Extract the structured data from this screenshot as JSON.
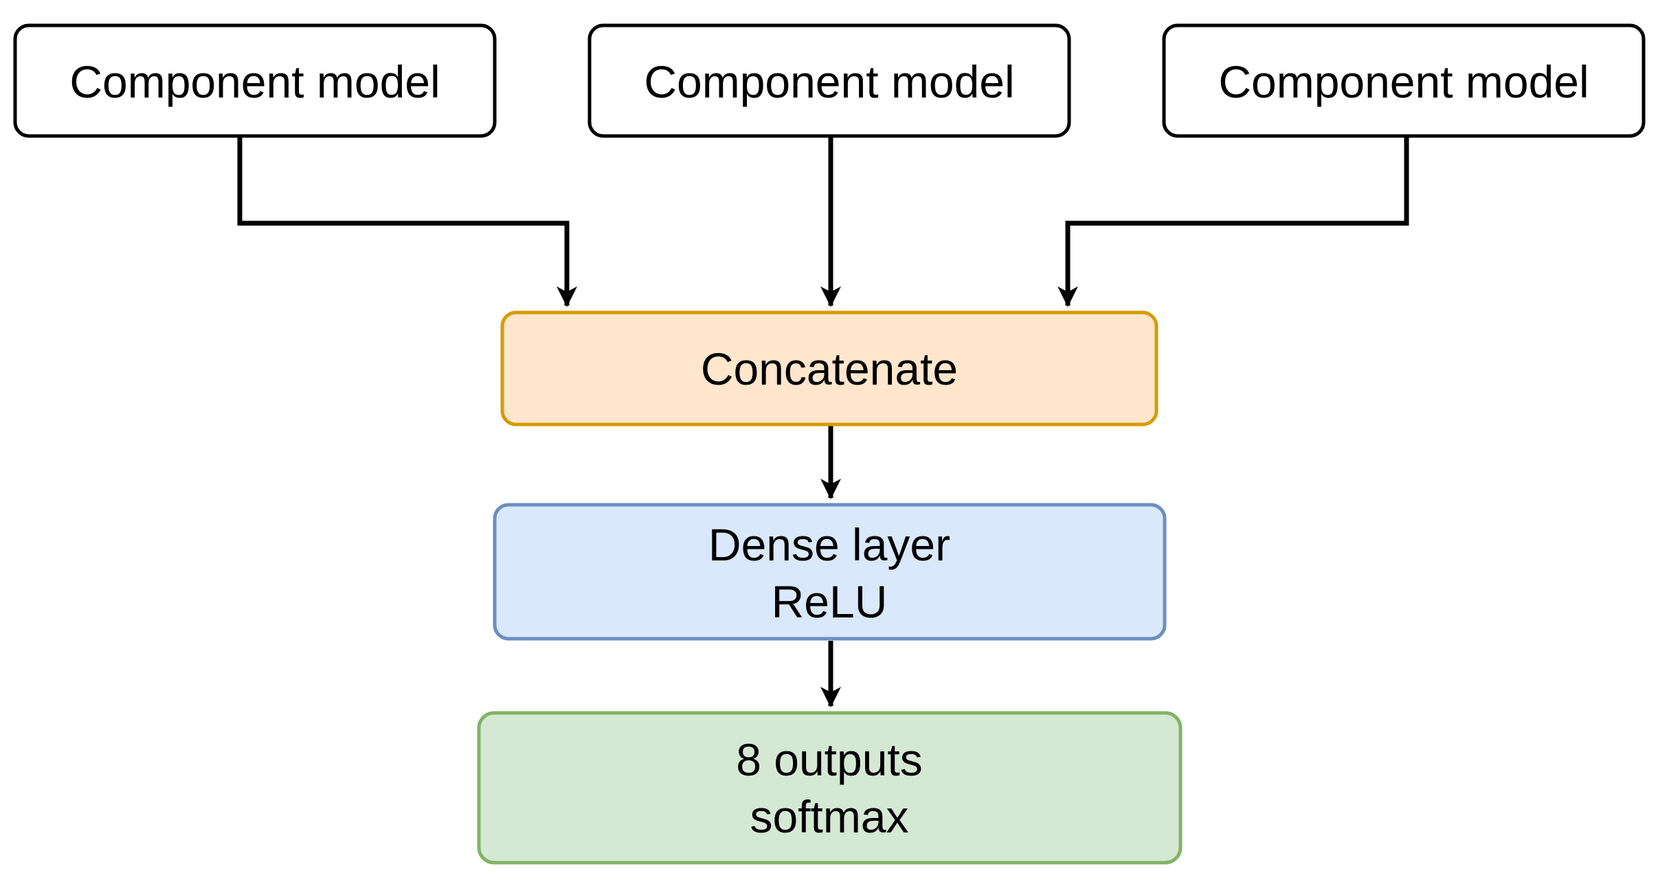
{
  "diagram": {
    "colors": {
      "edge": "#000000",
      "component_fill": "#ffffff",
      "component_stroke": "#000000",
      "concat_fill": "#ffe6cc",
      "concat_stroke": "#d79b00",
      "dense_fill": "#dae8fc",
      "dense_stroke": "#6c8ebf",
      "output_fill": "#d5e8d4",
      "output_stroke": "#82b366"
    },
    "nodes": {
      "component_1": {
        "label": "Component model"
      },
      "component_2": {
        "label": "Component model"
      },
      "component_3": {
        "label": "Component model"
      },
      "concatenate": {
        "label": "Concatenate"
      },
      "dense": {
        "line1": "Dense layer",
        "line2": "ReLU"
      },
      "output": {
        "line1": "8 outputs",
        "line2": "softmax"
      }
    },
    "edges": [
      {
        "from": "component_1",
        "to": "concatenate"
      },
      {
        "from": "component_2",
        "to": "concatenate"
      },
      {
        "from": "component_3",
        "to": "concatenate"
      },
      {
        "from": "concatenate",
        "to": "dense"
      },
      {
        "from": "dense",
        "to": "output"
      }
    ]
  }
}
